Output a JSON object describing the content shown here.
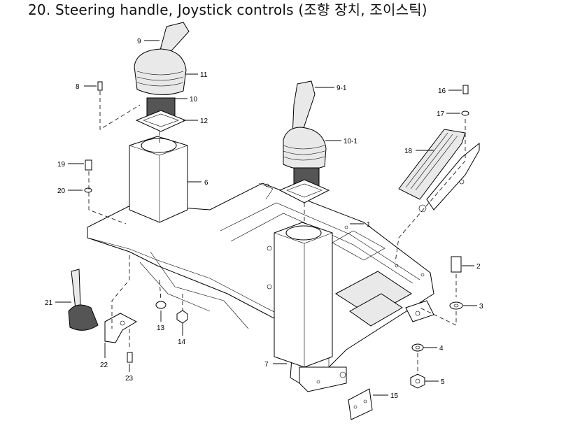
{
  "title": "20. Steering handle, Joystick controls (조향 장치, 조이스틱)",
  "callouts": [
    {
      "id": "9",
      "label": "9"
    },
    {
      "id": "11",
      "label": "11"
    },
    {
      "id": "10",
      "label": "10"
    },
    {
      "id": "12",
      "label": "12"
    },
    {
      "id": "8",
      "label": "8"
    },
    {
      "id": "9-1",
      "label": "9-1"
    },
    {
      "id": "10-1",
      "label": "10-1"
    },
    {
      "id": "16",
      "label": "16"
    },
    {
      "id": "17",
      "label": "17"
    },
    {
      "id": "18",
      "label": "18"
    },
    {
      "id": "19",
      "label": "19"
    },
    {
      "id": "20",
      "label": "20"
    },
    {
      "id": "6",
      "label": "6"
    },
    {
      "id": "1",
      "label": "1"
    },
    {
      "id": "2",
      "label": "2"
    },
    {
      "id": "3",
      "label": "3"
    },
    {
      "id": "4",
      "label": "4"
    },
    {
      "id": "5",
      "label": "5"
    },
    {
      "id": "21",
      "label": "21"
    },
    {
      "id": "13",
      "label": "13"
    },
    {
      "id": "14",
      "label": "14"
    },
    {
      "id": "22",
      "label": "22"
    },
    {
      "id": "23",
      "label": "23"
    },
    {
      "id": "7",
      "label": "7"
    },
    {
      "id": "15",
      "label": "15"
    }
  ]
}
